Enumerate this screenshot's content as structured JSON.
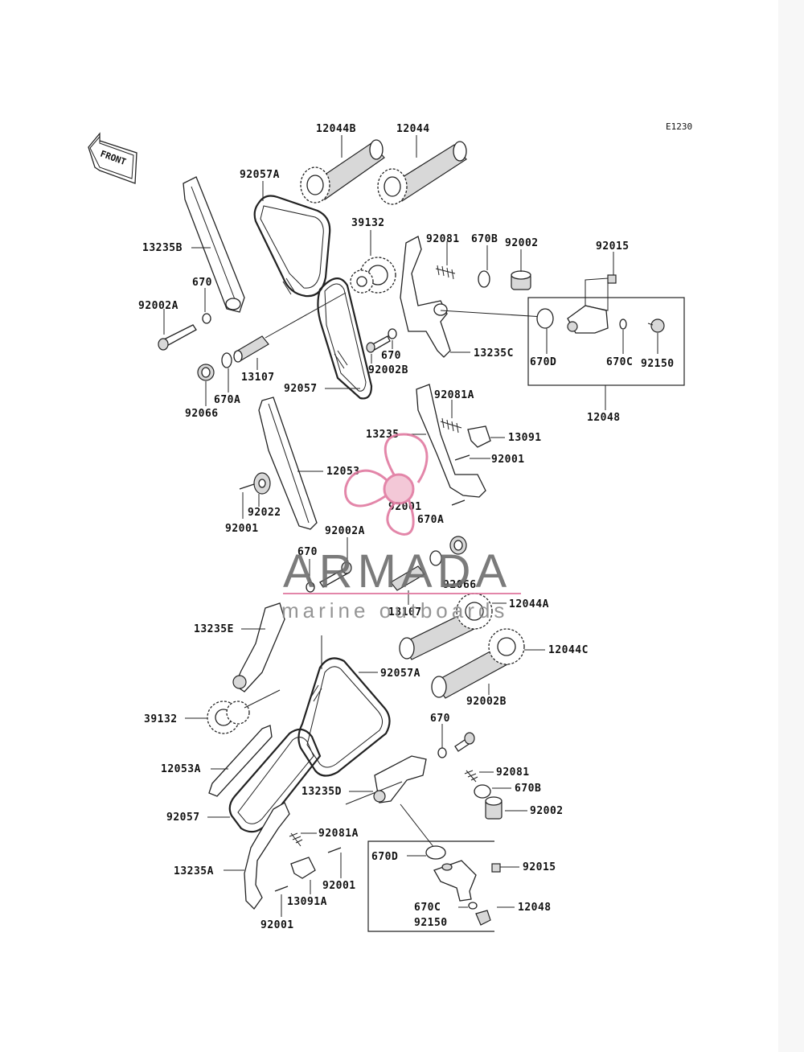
{
  "diagram_code": "E1230",
  "front_indicator": "FRONT",
  "watermark": {
    "brand": "ARMADA",
    "tagline": "marine outboards",
    "accent_color": "#e07aa0"
  },
  "labels": {
    "p12044B": "12044B",
    "p12044": "12044",
    "p92057A_top": "92057A",
    "p39132_top": "39132",
    "p92081_top": "92081",
    "p670B_top": "670B",
    "p92002_top": "92002",
    "p92015_top": "92015",
    "p13235B": "13235B",
    "p670_top": "670",
    "p92002A_top": "92002A",
    "p670_mid": "670",
    "p92002B_top": "92002B",
    "p13235C": "13235C",
    "p670D_top": "670D",
    "p670C_top": "670C",
    "p92150_top": "92150",
    "p13107_top": "13107",
    "p92057_top": "92057",
    "p670A_top": "670A",
    "p92066_top": "92066",
    "p12048_top": "12048",
    "p92081A_top": "92081A",
    "p13235": "13235",
    "p13091": "13091",
    "p92001_a": "92001",
    "p12053": "12053",
    "p92022": "92022",
    "p92001_b": "92001",
    "p92001_c": "92001",
    "p670A_mid": "670A",
    "p92002A_mid": "92002A",
    "p670_low": "670",
    "p92066_mid": "92066",
    "p13107_mid": "13107",
    "p12044A": "12044A",
    "p13235E": "13235E",
    "p12044C": "12044C",
    "p92057A_low": "92057A",
    "p92002B_low": "92002B",
    "p39132_low": "39132",
    "p670_lower": "670",
    "p12053A": "12053A",
    "p92081_low": "92081",
    "p13235D": "13235D",
    "p670B_low": "670B",
    "p92057_low": "92057",
    "p92002_low": "92002",
    "p92081A_low": "92081A",
    "p670D_low": "670D",
    "p92015_low": "92015",
    "p13235A": "13235A",
    "p92001_d": "92001",
    "p13091A": "13091A",
    "p670C_low": "670C",
    "p12048_low": "12048",
    "p92150_low": "92150",
    "p92001_e": "92001"
  }
}
